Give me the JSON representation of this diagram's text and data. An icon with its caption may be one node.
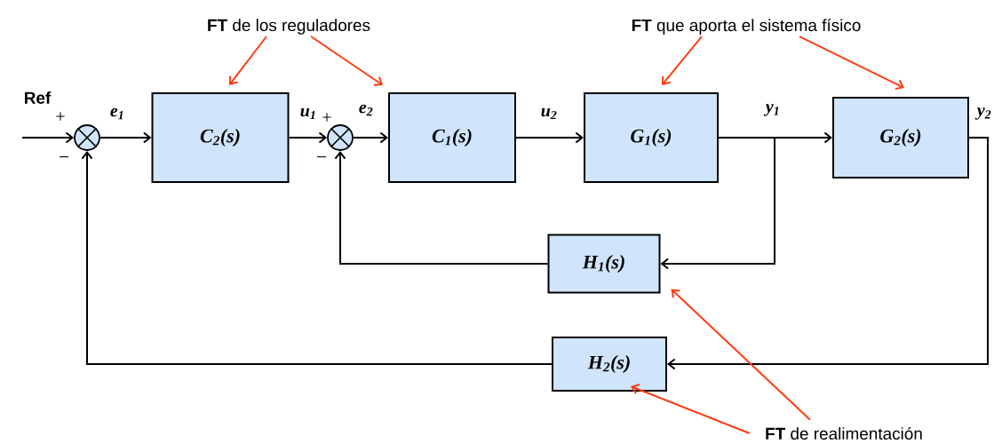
{
  "diagram": {
    "nodes": [
      {
        "text": [],
        "shape": "circle"
      },
      {
        "text": [
          "C$_{2}$(s)"
        ]
      },
      {
        "text": [],
        "shape": "circle"
      },
      {
        "text": [
          "C$_{1}$(s)"
        ]
      },
      {
        "text": [
          "G$_{1}$(s)"
        ]
      },
      {
        "text": [
          "G$_{2}$(s)"
        ]
      },
      {
        "text": [
          "H$_{1}$(s)"
        ]
      },
      {
        "text": [
          "H$_{2}$(s)"
        ]
      },
      {
        "text": [
          "**FT** de los reguladores"
        ]
      },
      {
        "text": [
          "**FT** que aporta el sistema físico"
        ]
      },
      {
        "text": [
          "**FT** de realimentación"
        ]
      }
    ],
    "edges": [
      {
        "from": null,
        "to": 0,
        "arrow": "to"
      },
      {
        "from": 0,
        "to": 1,
        "arrow": "to",
        "label": "e$_{1}$"
      },
      {
        "from": 1,
        "to": 2,
        "arrow": "to",
        "label": "u$_{1}$"
      },
      {
        "from": 2,
        "to": 3,
        "arrow": "to",
        "label": "e$_{2}$"
      },
      {
        "from": 3,
        "to": 4,
        "arrow": "to",
        "label": "u$_{2}$"
      },
      {
        "from": 4,
        "to": 5,
        "arrow": "to",
        "label": "y$_{1}$"
      },
      {
        "from": 4,
        "to": 6,
        "arrow": "to"
      },
      {
        "from": 5,
        "to": 7,
        "arrow": "to",
        "label": "y$_{2}$"
      },
      {
        "from": 6,
        "to": 2,
        "arrow": "to"
      },
      {
        "from": 7,
        "to": 0,
        "arrow": "to"
      },
      {
        "from": 8,
        "to": 1,
        "arrow": "to",
        "color": "#ff3c14"
      },
      {
        "from": 8,
        "to": 3,
        "arrow": "to",
        "color": "#ff3c14"
      },
      {
        "from": 9,
        "to": 4,
        "arrow": "to",
        "color": "#ff3c14"
      },
      {
        "from": 9,
        "to": 5,
        "arrow": "to",
        "color": "#ff3c14"
      },
      {
        "from": 10,
        "to": 6,
        "arrow": "to",
        "color": "#ff3c14"
      },
      {
        "from": 10,
        "to": 7,
        "arrow": "to",
        "color": "#ff3c14"
      }
    ],
    "labels": [
      "Ref",
      "+",
      "−",
      "+",
      "−"
    ]
  }
}
